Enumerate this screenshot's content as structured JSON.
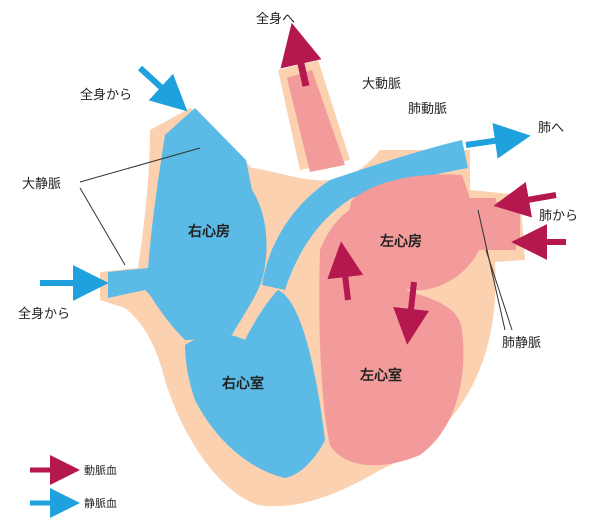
{
  "labels": {
    "to_body": "全身へ",
    "aorta": "大動脈",
    "pulmonary_artery": "肺動脈",
    "to_lungs": "肺へ",
    "from_body_top": "全身から",
    "vena_cava": "大静脈",
    "from_lungs": "肺から",
    "right_atrium": "右心房",
    "left_atrium": "左心房",
    "from_body_left": "全身から",
    "pulmonary_vein": "肺静脈",
    "right_ventricle": "右心室",
    "left_ventricle": "左心室"
  },
  "legend": {
    "arterial": "動脈血",
    "venous": "静脈血"
  },
  "colors": {
    "venous": "#5bbbe6",
    "arterial": "#f39a9a",
    "arterial_dark": "#f08585",
    "wall": "#fbd1b0",
    "arrow_arterial": "#b5174f",
    "arrow_venous": "#1ea1dc",
    "leader_line": "#333333"
  }
}
